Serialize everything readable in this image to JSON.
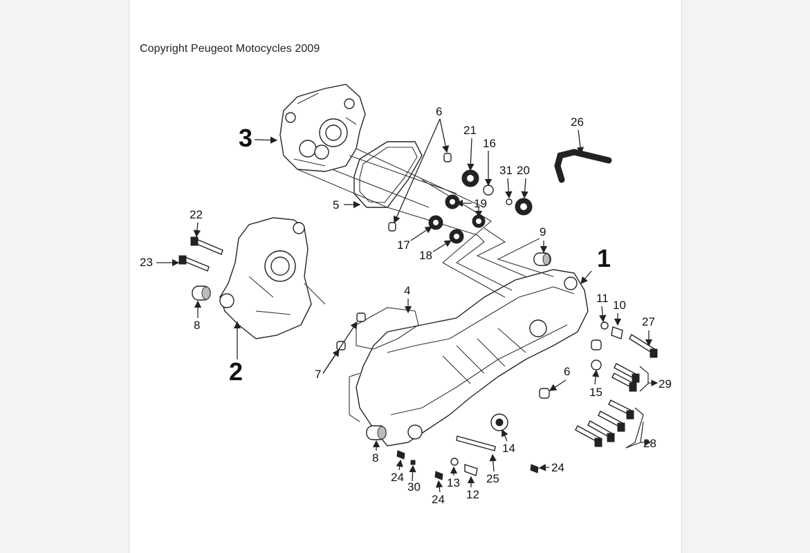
{
  "copyright": "Copyright Peugeot Motocycles 2009",
  "colors": {
    "line": "#222222",
    "paper": "#ffffff",
    "surround": "#f3f3f3"
  },
  "callouts": [
    "1",
    "2",
    "3",
    "4",
    "5",
    "6",
    "6",
    "7",
    "8",
    "8",
    "9",
    "10",
    "11",
    "12",
    "13",
    "14",
    "15",
    "16",
    "17",
    "18",
    "19",
    "20",
    "21",
    "22",
    "23",
    "24",
    "24",
    "24",
    "25",
    "26",
    "27",
    "28",
    "29",
    "30",
    "31"
  ]
}
